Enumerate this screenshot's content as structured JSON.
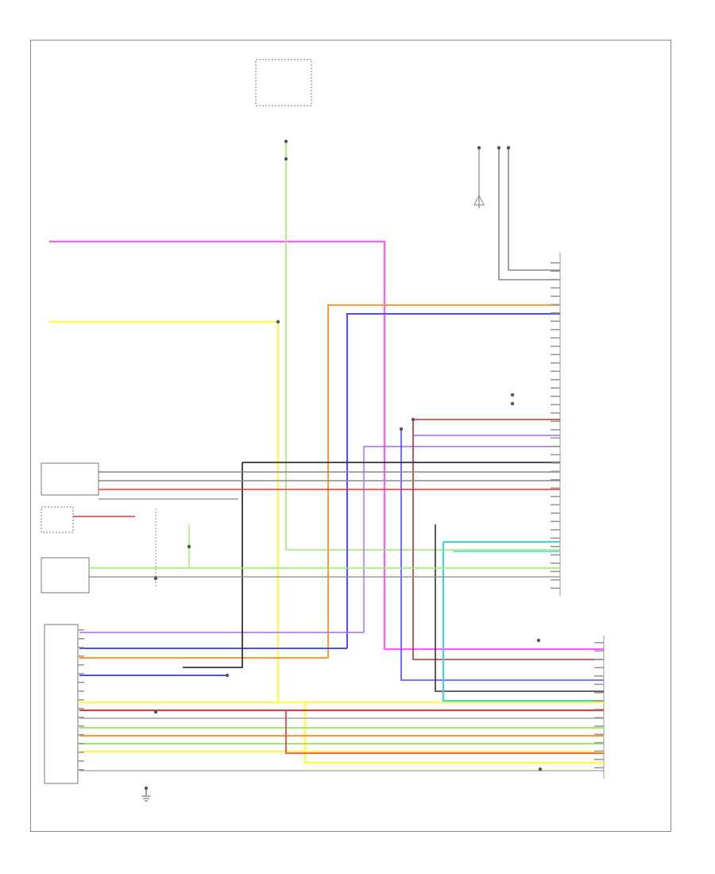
{
  "diagram": {
    "footer_code": "",
    "colors": {
      "pink": "#ff5cff",
      "yellow": "#ffff33",
      "green": "#99ee66",
      "orange": "#ff9933",
      "blue": "#4d4dff",
      "violet": "#a566ff",
      "red": "#ee3333",
      "dark_red": "#b33333",
      "cyan": "#33dddd",
      "gray": "#888888",
      "black": "#333333",
      "light_gray": "#bbbbbb"
    },
    "wires": [
      {
        "id": "pink",
        "color": "pink"
      },
      {
        "id": "yellow",
        "color": "yellow"
      },
      {
        "id": "green",
        "color": "green"
      },
      {
        "id": "orange",
        "color": "orange"
      },
      {
        "id": "blue",
        "color": "blue"
      },
      {
        "id": "red",
        "color": "red"
      },
      {
        "id": "cyan",
        "color": "cyan"
      }
    ],
    "components": [
      {
        "id": "fuse-box"
      },
      {
        "id": "antenna"
      },
      {
        "id": "av-control-unit"
      },
      {
        "id": "left-switch-module"
      },
      {
        "id": "rear-camera"
      },
      {
        "id": "steering-switch"
      },
      {
        "id": "audio-unit"
      },
      {
        "id": "ground-point"
      },
      {
        "id": "bottom-right-module"
      }
    ]
  }
}
